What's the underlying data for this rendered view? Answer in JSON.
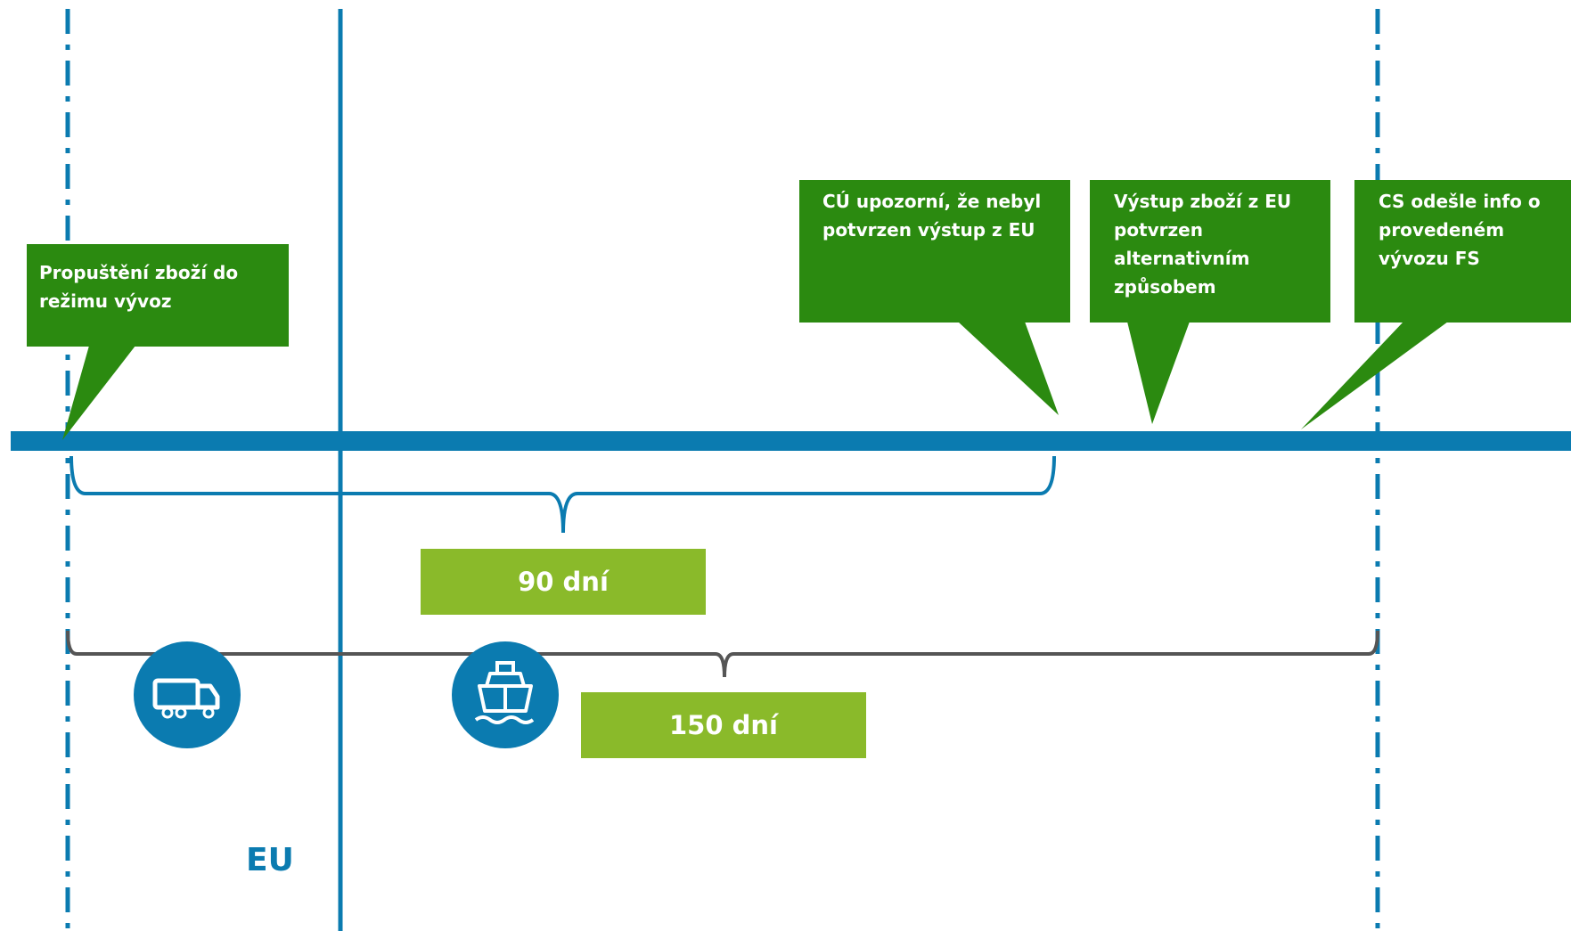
{
  "colors": {
    "timeline_blue": "#0b7bb0",
    "callout_green": "#2b8a10",
    "duration_green": "#8aba2a",
    "brace_gray": "#555555",
    "text_white": "#ffffff"
  },
  "callouts": [
    {
      "id": "release-to-export",
      "text": "Propuštění zboží do\nrežimu vývoz"
    },
    {
      "id": "exit-not-confirmed",
      "text": "CÚ upozorní, že nebyl\npotvrzen výstup z EU"
    },
    {
      "id": "exit-confirmed-alternative",
      "text": "Výstup zboží z EU\npotvrzen\nalternativním\nzpůsobem"
    },
    {
      "id": "cs-sends-info",
      "text": "CS odešle info o\nprovedeném\nvývozu FS"
    }
  ],
  "durations": {
    "short": "90 dní",
    "long": "150 dní"
  },
  "region_label": "EU",
  "icons": {
    "truck": "truck-icon",
    "ship": "ship-icon"
  }
}
